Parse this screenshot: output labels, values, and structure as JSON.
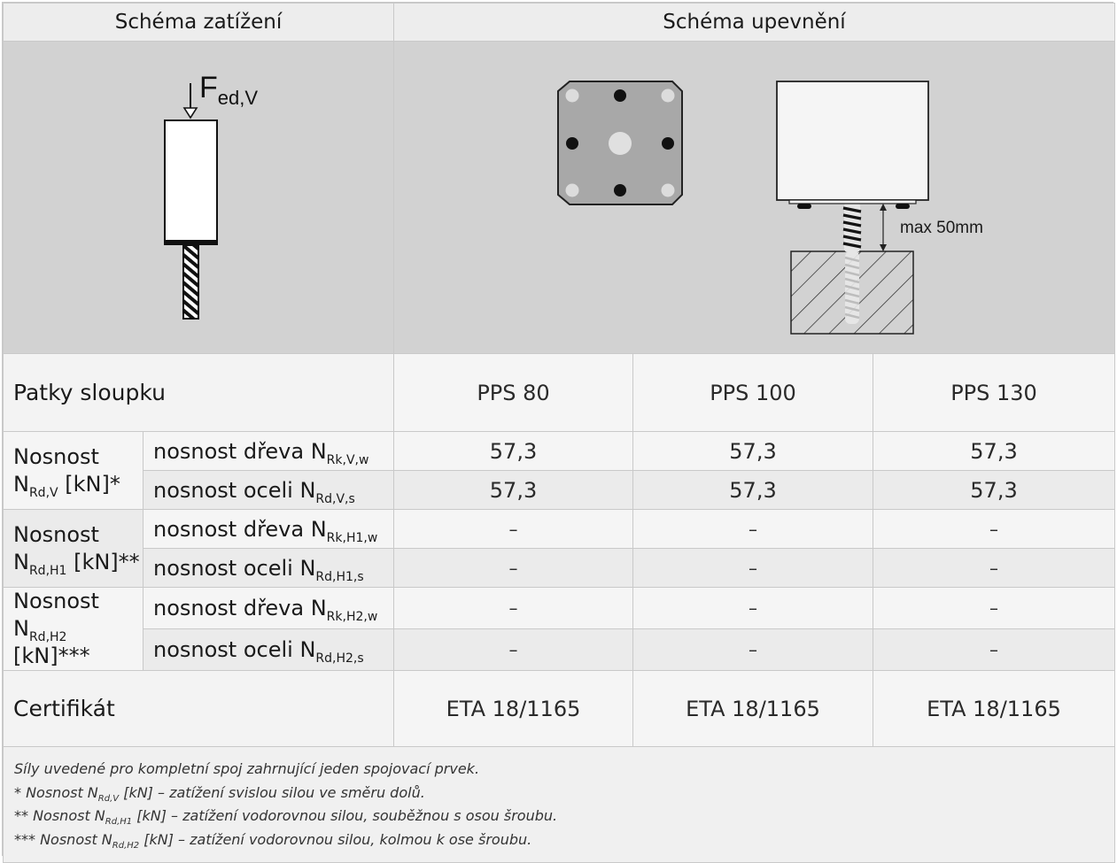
{
  "header": {
    "left_title": "Schéma zatížení",
    "right_title": "Schéma upevnění"
  },
  "diagram": {
    "force_label": "F",
    "force_sub": "ed,V",
    "gap_label": "max 50mm"
  },
  "table": {
    "row_header": "Patky sloupku",
    "products": [
      "PPS 80",
      "PPS 100",
      "PPS 130"
    ],
    "groups": [
      {
        "label_pre": "Nosnost",
        "label_N": "N",
        "label_sub": "Rd,V",
        "label_post": "[kN]*",
        "rows": [
          {
            "text": "nosnost dřeva N",
            "sub": "Rk,V,w",
            "values": [
              "57,3",
              "57,3",
              "57,3"
            ]
          },
          {
            "text": "nosnost oceli N",
            "sub": "Rd,V,s",
            "values": [
              "57,3",
              "57,3",
              "57,3"
            ]
          }
        ]
      },
      {
        "label_pre": "Nosnost",
        "label_N": "N",
        "label_sub": "Rd,H1",
        "label_post": "[kN]**",
        "rows": [
          {
            "text": "nosnost dřeva N",
            "sub": "Rk,H1,w",
            "values": [
              "–",
              "–",
              "–"
            ]
          },
          {
            "text": "nosnost oceli N",
            "sub": "Rd,H1,s",
            "values": [
              "–",
              "–",
              "–"
            ]
          }
        ]
      },
      {
        "label_pre": "Nosnost",
        "label_N": "N",
        "label_sub": "Rd,H2",
        "label_post": "[kN]***",
        "rows": [
          {
            "text": "nosnost dřeva N",
            "sub": "Rk,H2,w",
            "values": [
              "–",
              "–",
              "–"
            ]
          },
          {
            "text": "nosnost oceli N",
            "sub": "Rd,H2,s",
            "values": [
              "–",
              "–",
              "–"
            ]
          }
        ]
      }
    ],
    "cert_label": "Certifikát",
    "cert_values": [
      "ETA 18/1165",
      "ETA 18/1165",
      "ETA 18/1165"
    ]
  },
  "notes": {
    "line1": "Síly uvedené pro kompletní spoj zahrnující jeden spojovací prvek.",
    "line2_pre": "* Nosnost N",
    "line2_sub": "Rd,V",
    "line2_post": " [kN] – zatížení svislou silou ve směru dolů.",
    "line3_pre": "** Nosnost N",
    "line3_sub": "Rd,H1",
    "line3_post": " [kN] – zatížení vodorovnou silou, souběžnou s osou šroubu.",
    "line4_pre": "*** Nosnost N",
    "line4_sub": "Rd,H2",
    "line4_post": " [kN] – zatížení vodorovnou silou, kolmou k ose šroubu."
  }
}
